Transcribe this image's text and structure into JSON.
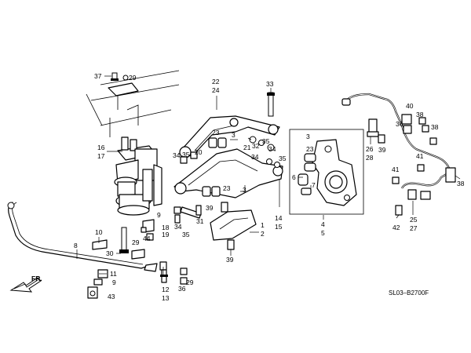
{
  "diagram_code": "SL03–B2700F",
  "direction_label": "FR.",
  "callouts": {
    "c37": "37",
    "c29a": "29",
    "c22": "22",
    "c24": "24",
    "c33": "33",
    "c16": "16",
    "c17": "17",
    "c3a": "3",
    "c3b": "3",
    "c23a": "23",
    "c21": "21",
    "c32": "32",
    "c35a": "35",
    "c35b": "35",
    "c20": "20",
    "c34a": "34",
    "c35c": "35",
    "c34b": "34",
    "c34c": "34",
    "c35d": "35",
    "c23b": "23",
    "c3c": "3",
    "c9a": "9",
    "c18": "18",
    "c19": "19",
    "c44": "44",
    "c31": "31",
    "c39a": "39",
    "c34d": "34",
    "c35e": "35",
    "c1": "1",
    "c2": "2",
    "c39b": "39",
    "c14": "14",
    "c15": "15",
    "c23c": "23",
    "c6": "6",
    "c7": "7",
    "c4": "4",
    "c5": "5",
    "c40": "40",
    "c38a": "38",
    "c38b": "38",
    "c36a": "36",
    "c26": "26",
    "c28": "28",
    "c39c": "39",
    "c41a": "41",
    "c41b": "41",
    "c38c": "38",
    "c42": "42",
    "c25": "25",
    "c27": "27",
    "c10": "10",
    "c8": "8",
    "c30": "30",
    "c29b": "29",
    "c11": "11",
    "c9b": "9",
    "c43": "43",
    "c12": "12",
    "c13": "13",
    "c36b": "36",
    "c29c": "29"
  }
}
